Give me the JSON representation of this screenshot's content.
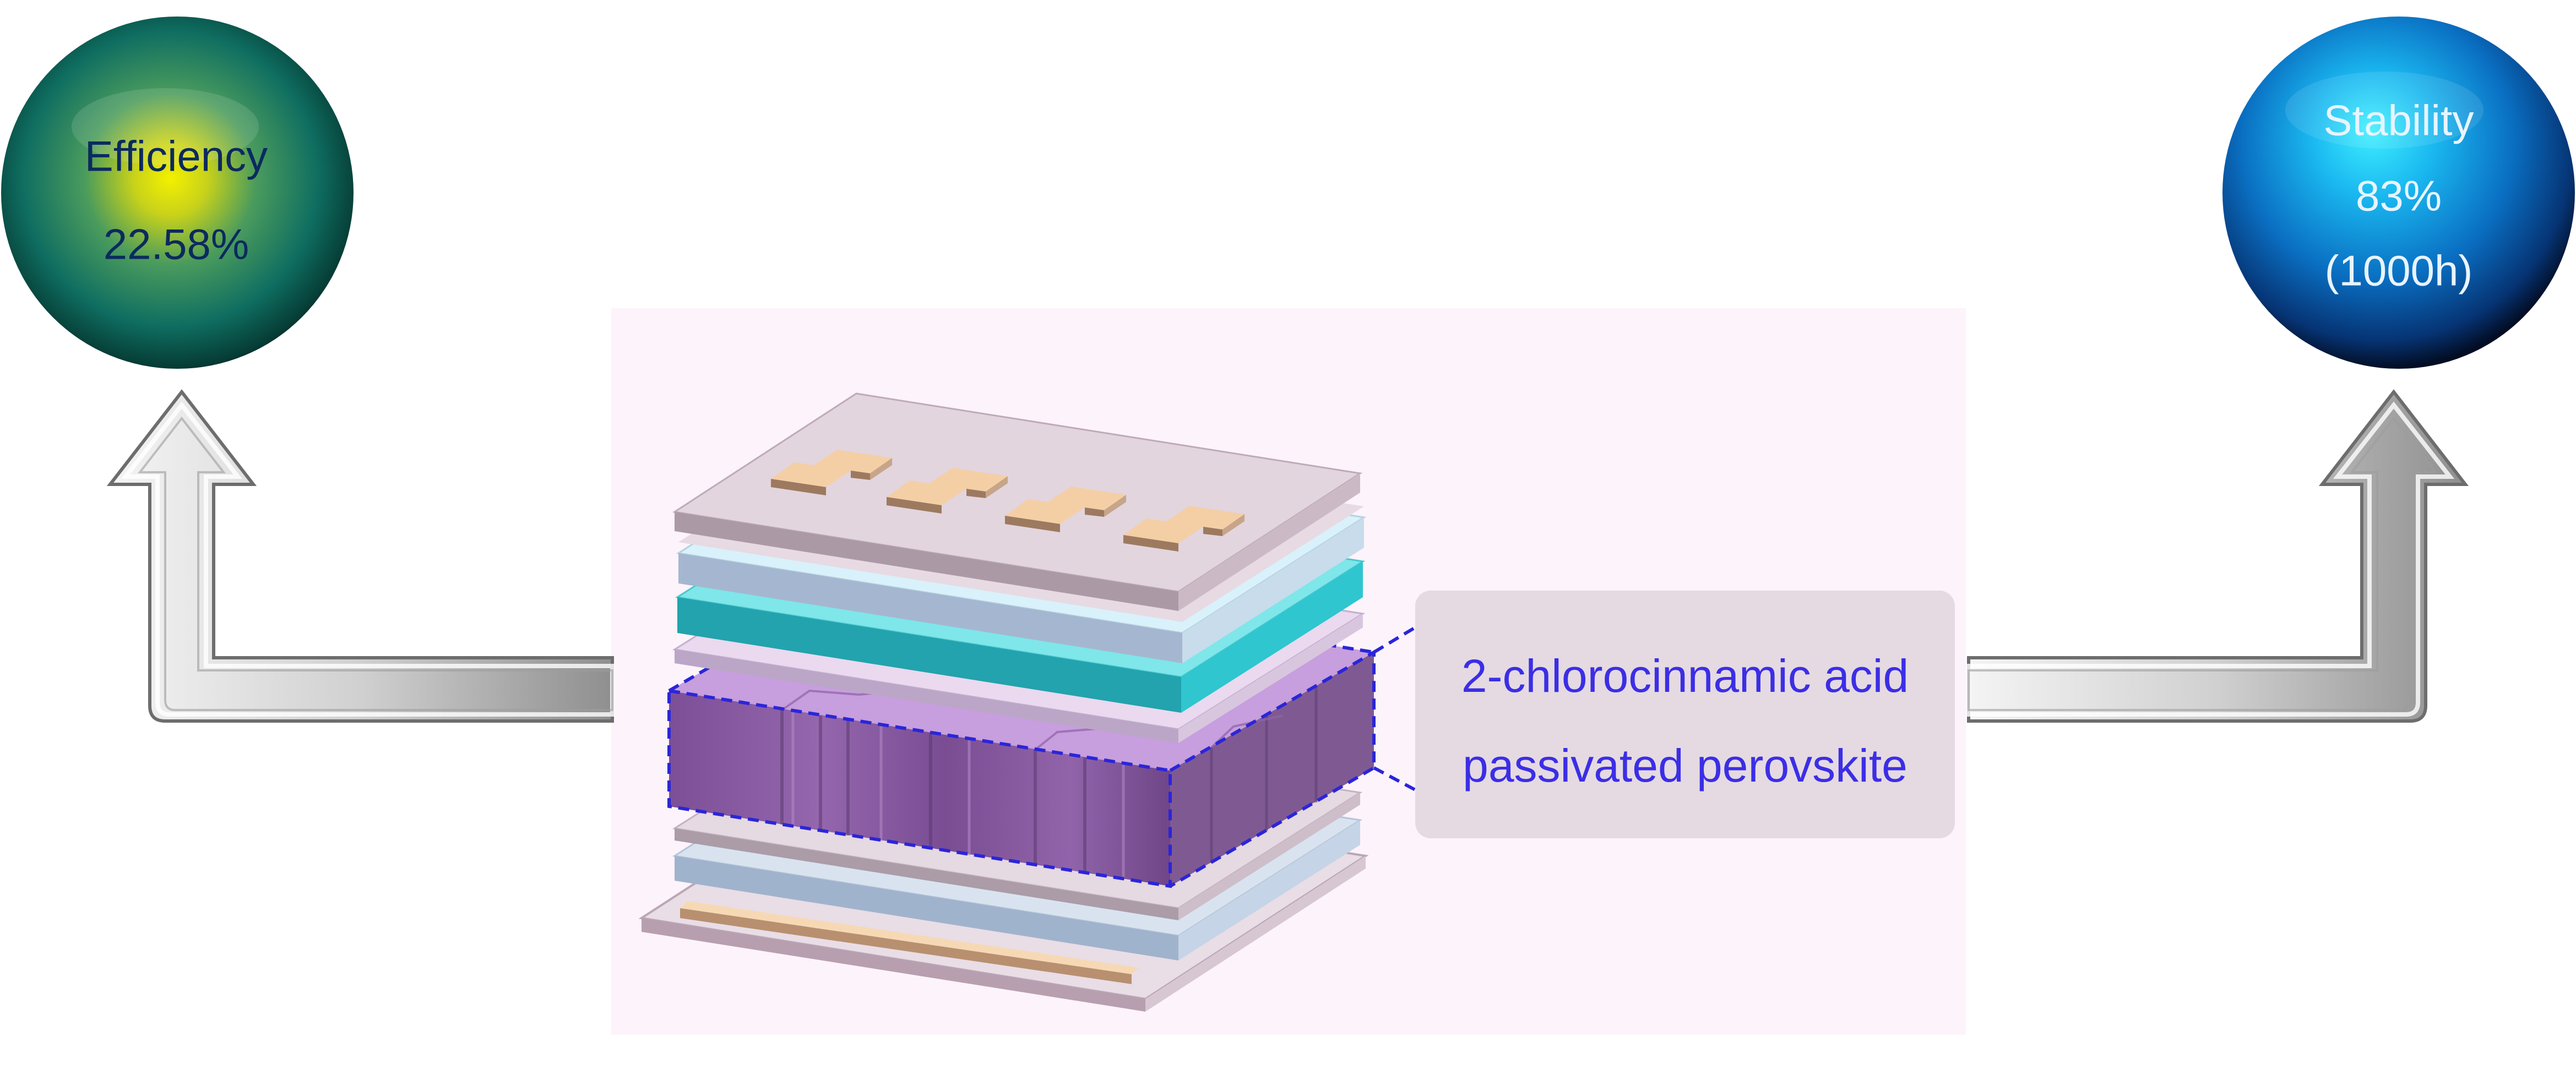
{
  "efficiency": {
    "title": "Efficiency",
    "value": "22.58%"
  },
  "stability": {
    "title": "Stability",
    "value": "83%",
    "duration": "(1000h)"
  },
  "callout": {
    "line1": "2-chlorocinnamic acid",
    "line2": "passivated perovskite"
  },
  "colors": {
    "efficiency_sphere": "#0f6e61",
    "efficiency_highlight": "#e6dd00",
    "stability_sphere": "#0b78c4",
    "stability_highlight": "#28d8ff",
    "arrow": "#cfcfcf",
    "panel_background": "#fdf3fb",
    "callout_background": "#e5dae2",
    "callout_text": "#3b2ee6",
    "perovskite": "#8c5aa6",
    "dashed_outline": "#2b25d9",
    "electrode": "#f4cfa6",
    "etl_teal": "#22a3ad"
  },
  "icons": {
    "left_arrow": "arrow-up-icon",
    "right_arrow": "arrow-up-icon"
  }
}
